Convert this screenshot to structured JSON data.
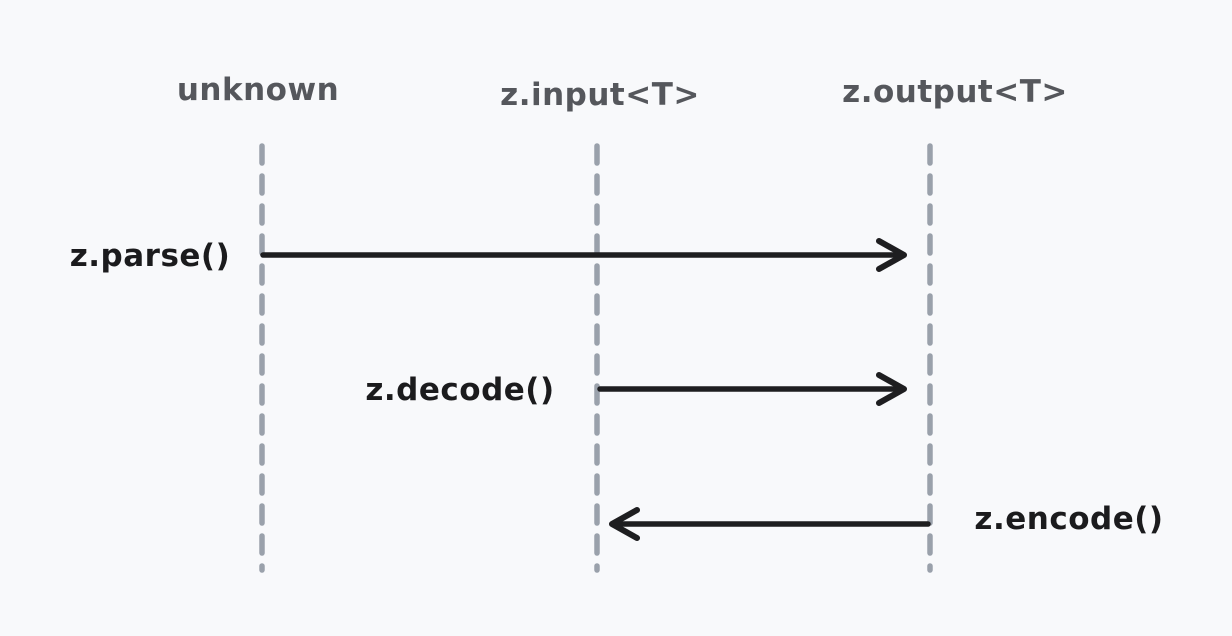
{
  "diagram": {
    "title": "zod parse-decode-encode sequence diagram",
    "background": "#f8f9fb",
    "colors": {
      "lifeline": "#9aa1ab",
      "arrow": "#1e1e20",
      "header_label": "#55575c",
      "arrow_label": "#1b1b1d"
    },
    "lifelines": [
      {
        "label": "unknown"
      },
      {
        "label": "z.input<T>"
      },
      {
        "label": "z.output<T>"
      }
    ],
    "messages": [
      {
        "label": "z.parse()",
        "from": "unknown",
        "to": "z.output<T>",
        "direction": "right"
      },
      {
        "label": "z.decode()",
        "from": "z.input<T>",
        "to": "z.output<T>",
        "direction": "right"
      },
      {
        "label": "z.encode()",
        "from": "z.output<T>",
        "to": "z.input<T>",
        "direction": "left"
      }
    ]
  }
}
